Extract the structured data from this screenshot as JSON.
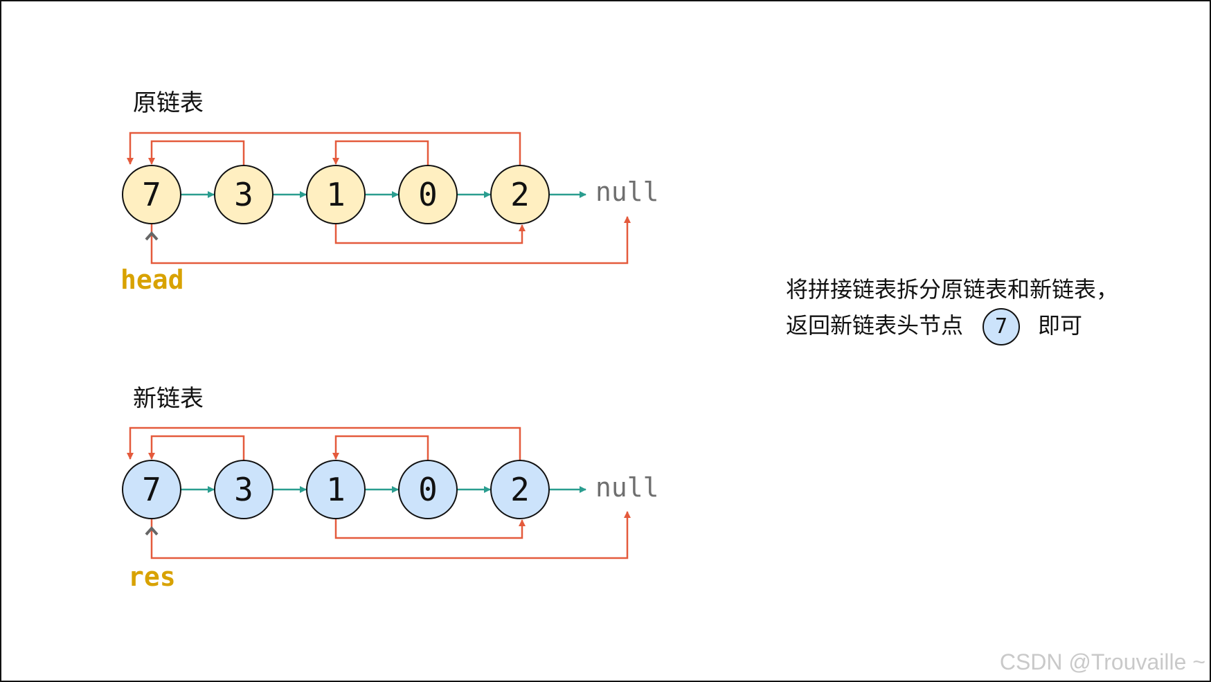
{
  "colors": {
    "original_node_fill": "#FFEFC1",
    "new_node_fill": "#CCE3FB",
    "next_arrow": "#2A9D8F",
    "random_arrow": "#E45A3C",
    "pointer_text": "#D8A200",
    "pointer_arrow": "#666666",
    "null_text": "#6F6F6F",
    "border": "#111111"
  },
  "original_list": {
    "title": "原链表",
    "nodes": [
      "7",
      "3",
      "1",
      "0",
      "2"
    ],
    "null_label": "null",
    "pointer_label": "head"
  },
  "new_list": {
    "title": "新链表",
    "nodes": [
      "7",
      "3",
      "1",
      "0",
      "2"
    ],
    "null_label": "null",
    "pointer_label": "res"
  },
  "description": {
    "line1": "将拼接链表拆分原链表和新链表，",
    "line2_prefix": "返回新链表头节点",
    "line2_node": "7",
    "line2_suffix": "即可"
  },
  "watermark": "CSDN @Trouvaille ~"
}
